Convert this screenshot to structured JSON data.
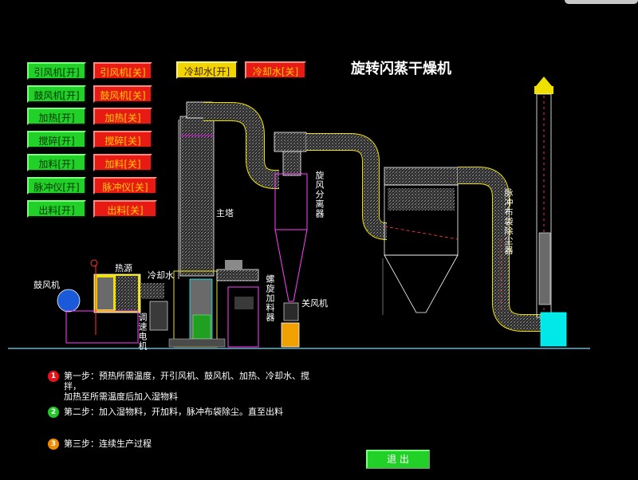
{
  "title": "旋转闪蒸干燥机",
  "buttons": {
    "yinfengji_on": "引风机[开]",
    "yinfengji_off": "引风机[关]",
    "gufengji_on": "鼓风机[开]",
    "gufengji_off": "鼓风机[关]",
    "jiare_on": "加热[开]",
    "jiare_off": "加热[关]",
    "jiaoban_on": "搅碎[开]",
    "jiaoban_off": "搅碎[关]",
    "jialiao_on": "加料[开]",
    "jialiao_off": "加料[关]",
    "maichongyi_on": "脉冲仪[开]",
    "maichongyi_off": "脉冲仪[关]",
    "chuliao_on": "出料[开]",
    "chuliao_off": "出料[关]",
    "lengqueshui_on": "冷却水[开]",
    "lengqueshui_off": "冷却水[关]"
  },
  "labels": {
    "gufengji": "鼓风机",
    "reyuan": "热源",
    "lengqueshui": "冷却水",
    "zhuta": "主塔",
    "tiaosu_dianji": "调速电机",
    "luoxuan_jialiaoqi": "螺旋加料器",
    "guanfengji": "关风机",
    "xuanfeng_fenliqi": "旋风分离器",
    "maichong_budai": "脉冲布袋除尘器"
  },
  "steps": [
    {
      "num": "1",
      "color": "#e8121a",
      "line1": "第一步：预热所需温度，开引风机、鼓风机、加热、冷却水、搅",
      "line2": "拌，",
      "line3": "加热至所需温度后加入湿物料"
    },
    {
      "num": "2",
      "color": "#21c828",
      "line1": "第二步：加入湿物料，开加料，脉冲布袋除尘。直至出料"
    },
    {
      "num": "3",
      "color": "#f08a00",
      "line1": "第三步：连续生产过程"
    }
  ],
  "exit_label": "退 出",
  "colors": {
    "on": "#21d128",
    "off": "#e81a14",
    "water": "#f2d400"
  }
}
